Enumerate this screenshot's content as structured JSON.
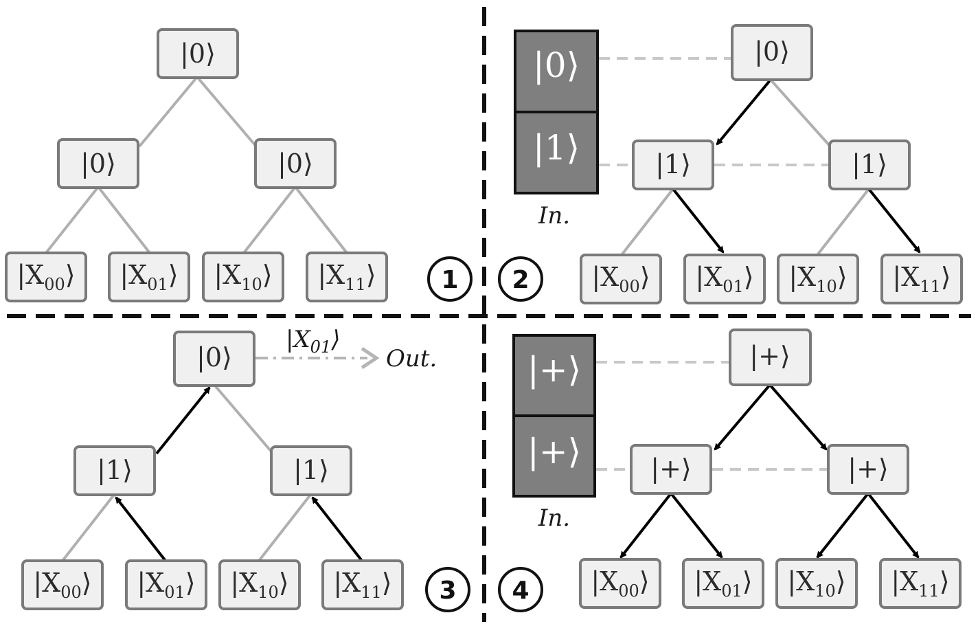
{
  "panels": [
    {
      "step": "1",
      "nodes": {
        "root": "|0⟩",
        "left": "|0⟩",
        "right": "|0⟩",
        "leaves": [
          {
            "main": "|X",
            "sub": "00",
            "close": "⟩"
          },
          {
            "main": "|X",
            "sub": "01",
            "close": "⟩"
          },
          {
            "main": "|X",
            "sub": "10",
            "close": "⟩"
          },
          {
            "main": "|X",
            "sub": "11",
            "close": "⟩"
          }
        ]
      }
    },
    {
      "step": "2",
      "register": [
        "|0⟩",
        "|1⟩"
      ],
      "register_label": "In.",
      "nodes": {
        "root": "|0⟩",
        "left": "|1⟩",
        "right": "|1⟩",
        "leaves": [
          {
            "main": "|X",
            "sub": "00",
            "close": "⟩"
          },
          {
            "main": "|X",
            "sub": "01",
            "close": "⟩"
          },
          {
            "main": "|X",
            "sub": "10",
            "close": "⟩"
          },
          {
            "main": "|X",
            "sub": "11",
            "close": "⟩"
          }
        ]
      }
    },
    {
      "step": "3",
      "output_state": {
        "main": "|X",
        "sub": "01",
        "close": "⟩"
      },
      "output_label": "Out.",
      "nodes": {
        "root": "|0⟩",
        "left": "|1⟩",
        "right": "|1⟩",
        "leaves": [
          {
            "main": "|X",
            "sub": "00",
            "close": "⟩"
          },
          {
            "main": "|X",
            "sub": "01",
            "close": "⟩"
          },
          {
            "main": "|X",
            "sub": "10",
            "close": "⟩"
          },
          {
            "main": "|X",
            "sub": "11",
            "close": "⟩"
          }
        ]
      }
    },
    {
      "step": "4",
      "register": [
        "|+⟩",
        "|+⟩"
      ],
      "register_label": "In.",
      "nodes": {
        "root": "|+⟩",
        "left": "|+⟩",
        "right": "|+⟩",
        "leaves": [
          {
            "main": "|X",
            "sub": "00",
            "close": "⟩"
          },
          {
            "main": "|X",
            "sub": "01",
            "close": "⟩"
          },
          {
            "main": "|X",
            "sub": "10",
            "close": "⟩"
          },
          {
            "main": "|X",
            "sub": "11",
            "close": "⟩"
          }
        ]
      }
    }
  ],
  "colors": {
    "node_fill": "#f0f0f0",
    "node_border": "#7a7a7a",
    "register_fill": "#7f7f7f",
    "active_edge": "#000000",
    "inactive_edge": "#b0b0b0"
  }
}
